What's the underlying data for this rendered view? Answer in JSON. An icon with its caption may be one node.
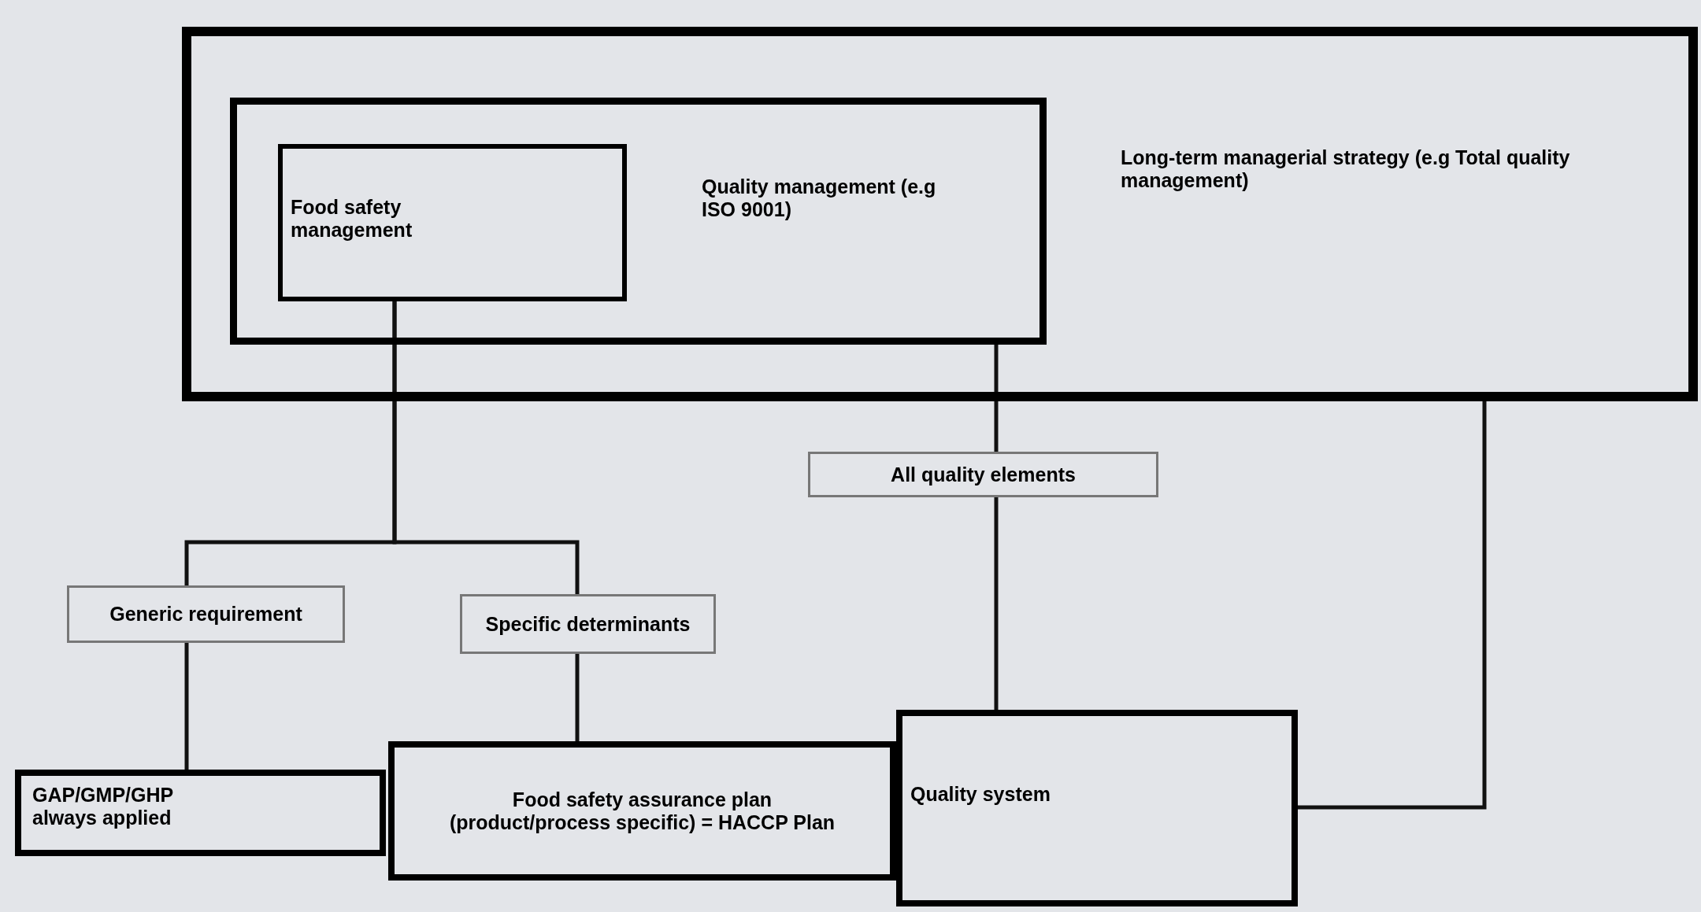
{
  "diagram": {
    "nodes": [
      {
        "text": [
          "Long-term managerial strategy (e.g Total quality management)"
        ]
      },
      {
        "text": [
          "Quality management (e.g ISO 9001)"
        ],
        "in": 0
      },
      {
        "text": [
          "Food safety management"
        ],
        "in": 1
      },
      {
        "text": [
          "All quality elements"
        ]
      },
      {
        "text": [
          "Generic requirement"
        ]
      },
      {
        "text": [
          "Specific determinants"
        ]
      },
      {
        "text": [
          "GAP/GMP/GHP always applied"
        ]
      },
      {
        "text": [
          "Food safety assurance plan (product/process specific) = HACCP Plan"
        ]
      },
      {
        "text": [
          "Quality system"
        ]
      }
    ],
    "edges": [
      {
        "from": 2,
        "to": 4,
        "arrow": "none"
      },
      {
        "from": 2,
        "to": 5,
        "arrow": "none"
      },
      {
        "from": 4,
        "to": 6,
        "arrow": "none"
      },
      {
        "from": 5,
        "to": 7,
        "arrow": "none"
      },
      {
        "from": 1,
        "to": 3,
        "arrow": "none"
      },
      {
        "from": 3,
        "to": 8,
        "arrow": "none"
      },
      {
        "from": 0,
        "to": 8,
        "arrow": "none"
      }
    ]
  }
}
